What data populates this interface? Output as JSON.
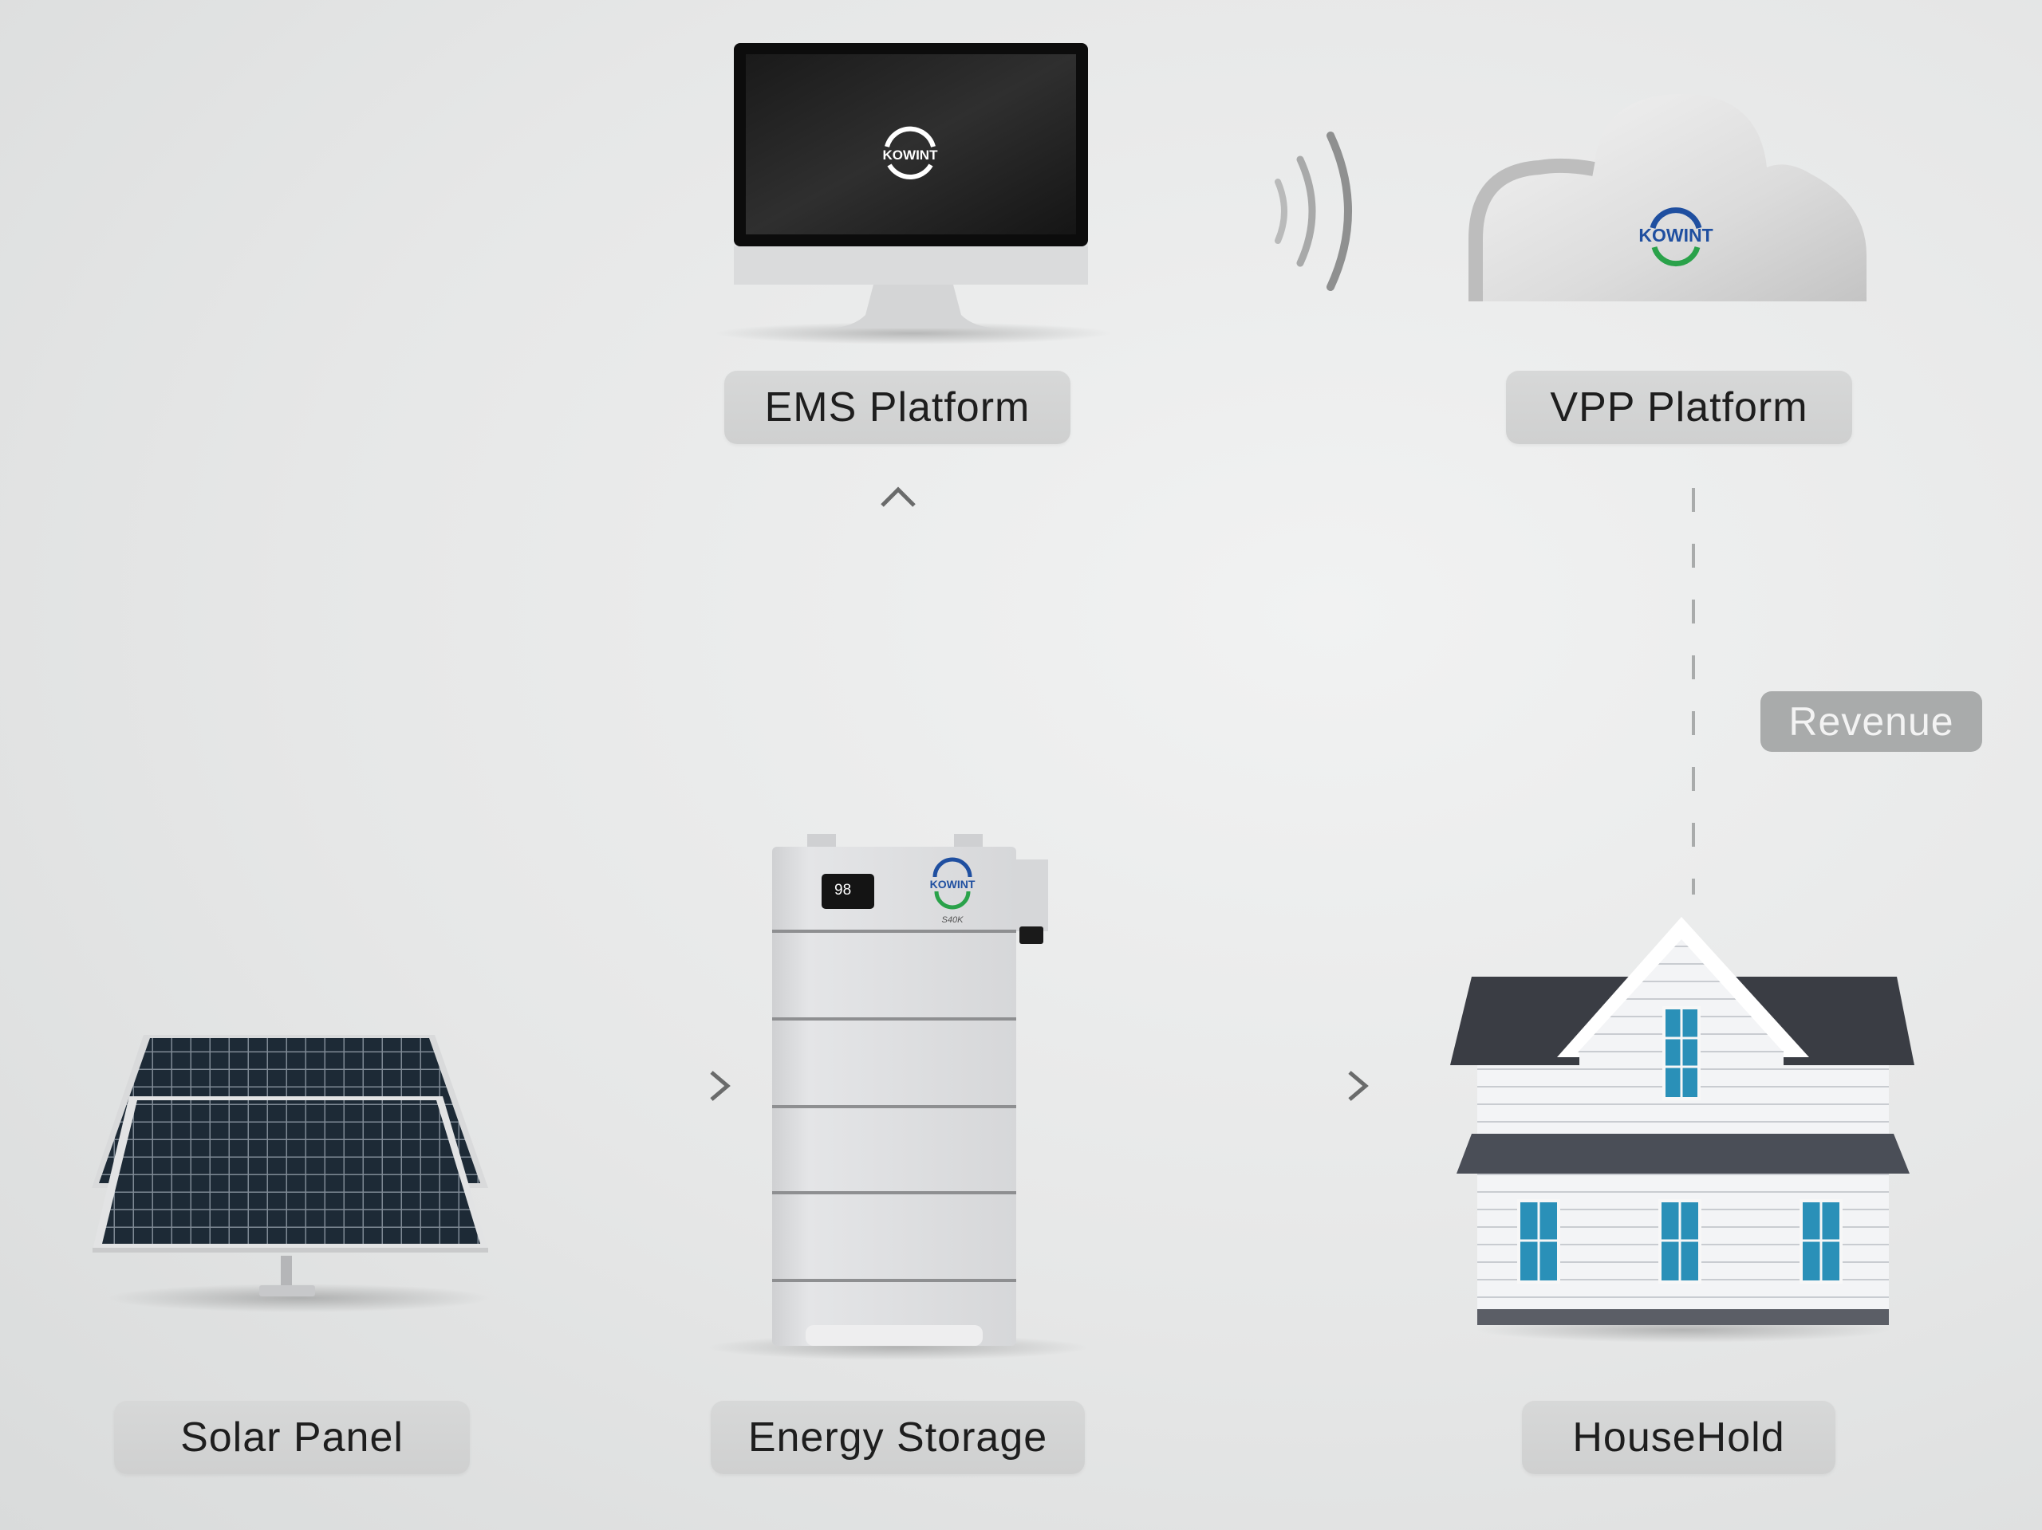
{
  "nodes": {
    "ems": {
      "label": "EMS Platform"
    },
    "vpp": {
      "label": "VPP Platform"
    },
    "solar": {
      "label": "Solar Panel"
    },
    "storage": {
      "label": "Energy Storage"
    },
    "household": {
      "label": "HouseHold"
    }
  },
  "edges": {
    "revenue_label": "Revenue"
  },
  "brand": {
    "logo_text": "KOWINT",
    "battery_percent": "98",
    "battery_model": "S40K"
  },
  "colors": {
    "label_bg": "#d4d5d5",
    "revenue_bg": "#a9abab",
    "arrow": "#6a6b6b",
    "logo_blue": "#1f4fa0",
    "logo_green": "#2aa24a",
    "panel_cell": "#1d2a36",
    "roof": "#3a3d44",
    "window": "#2a90b8"
  }
}
